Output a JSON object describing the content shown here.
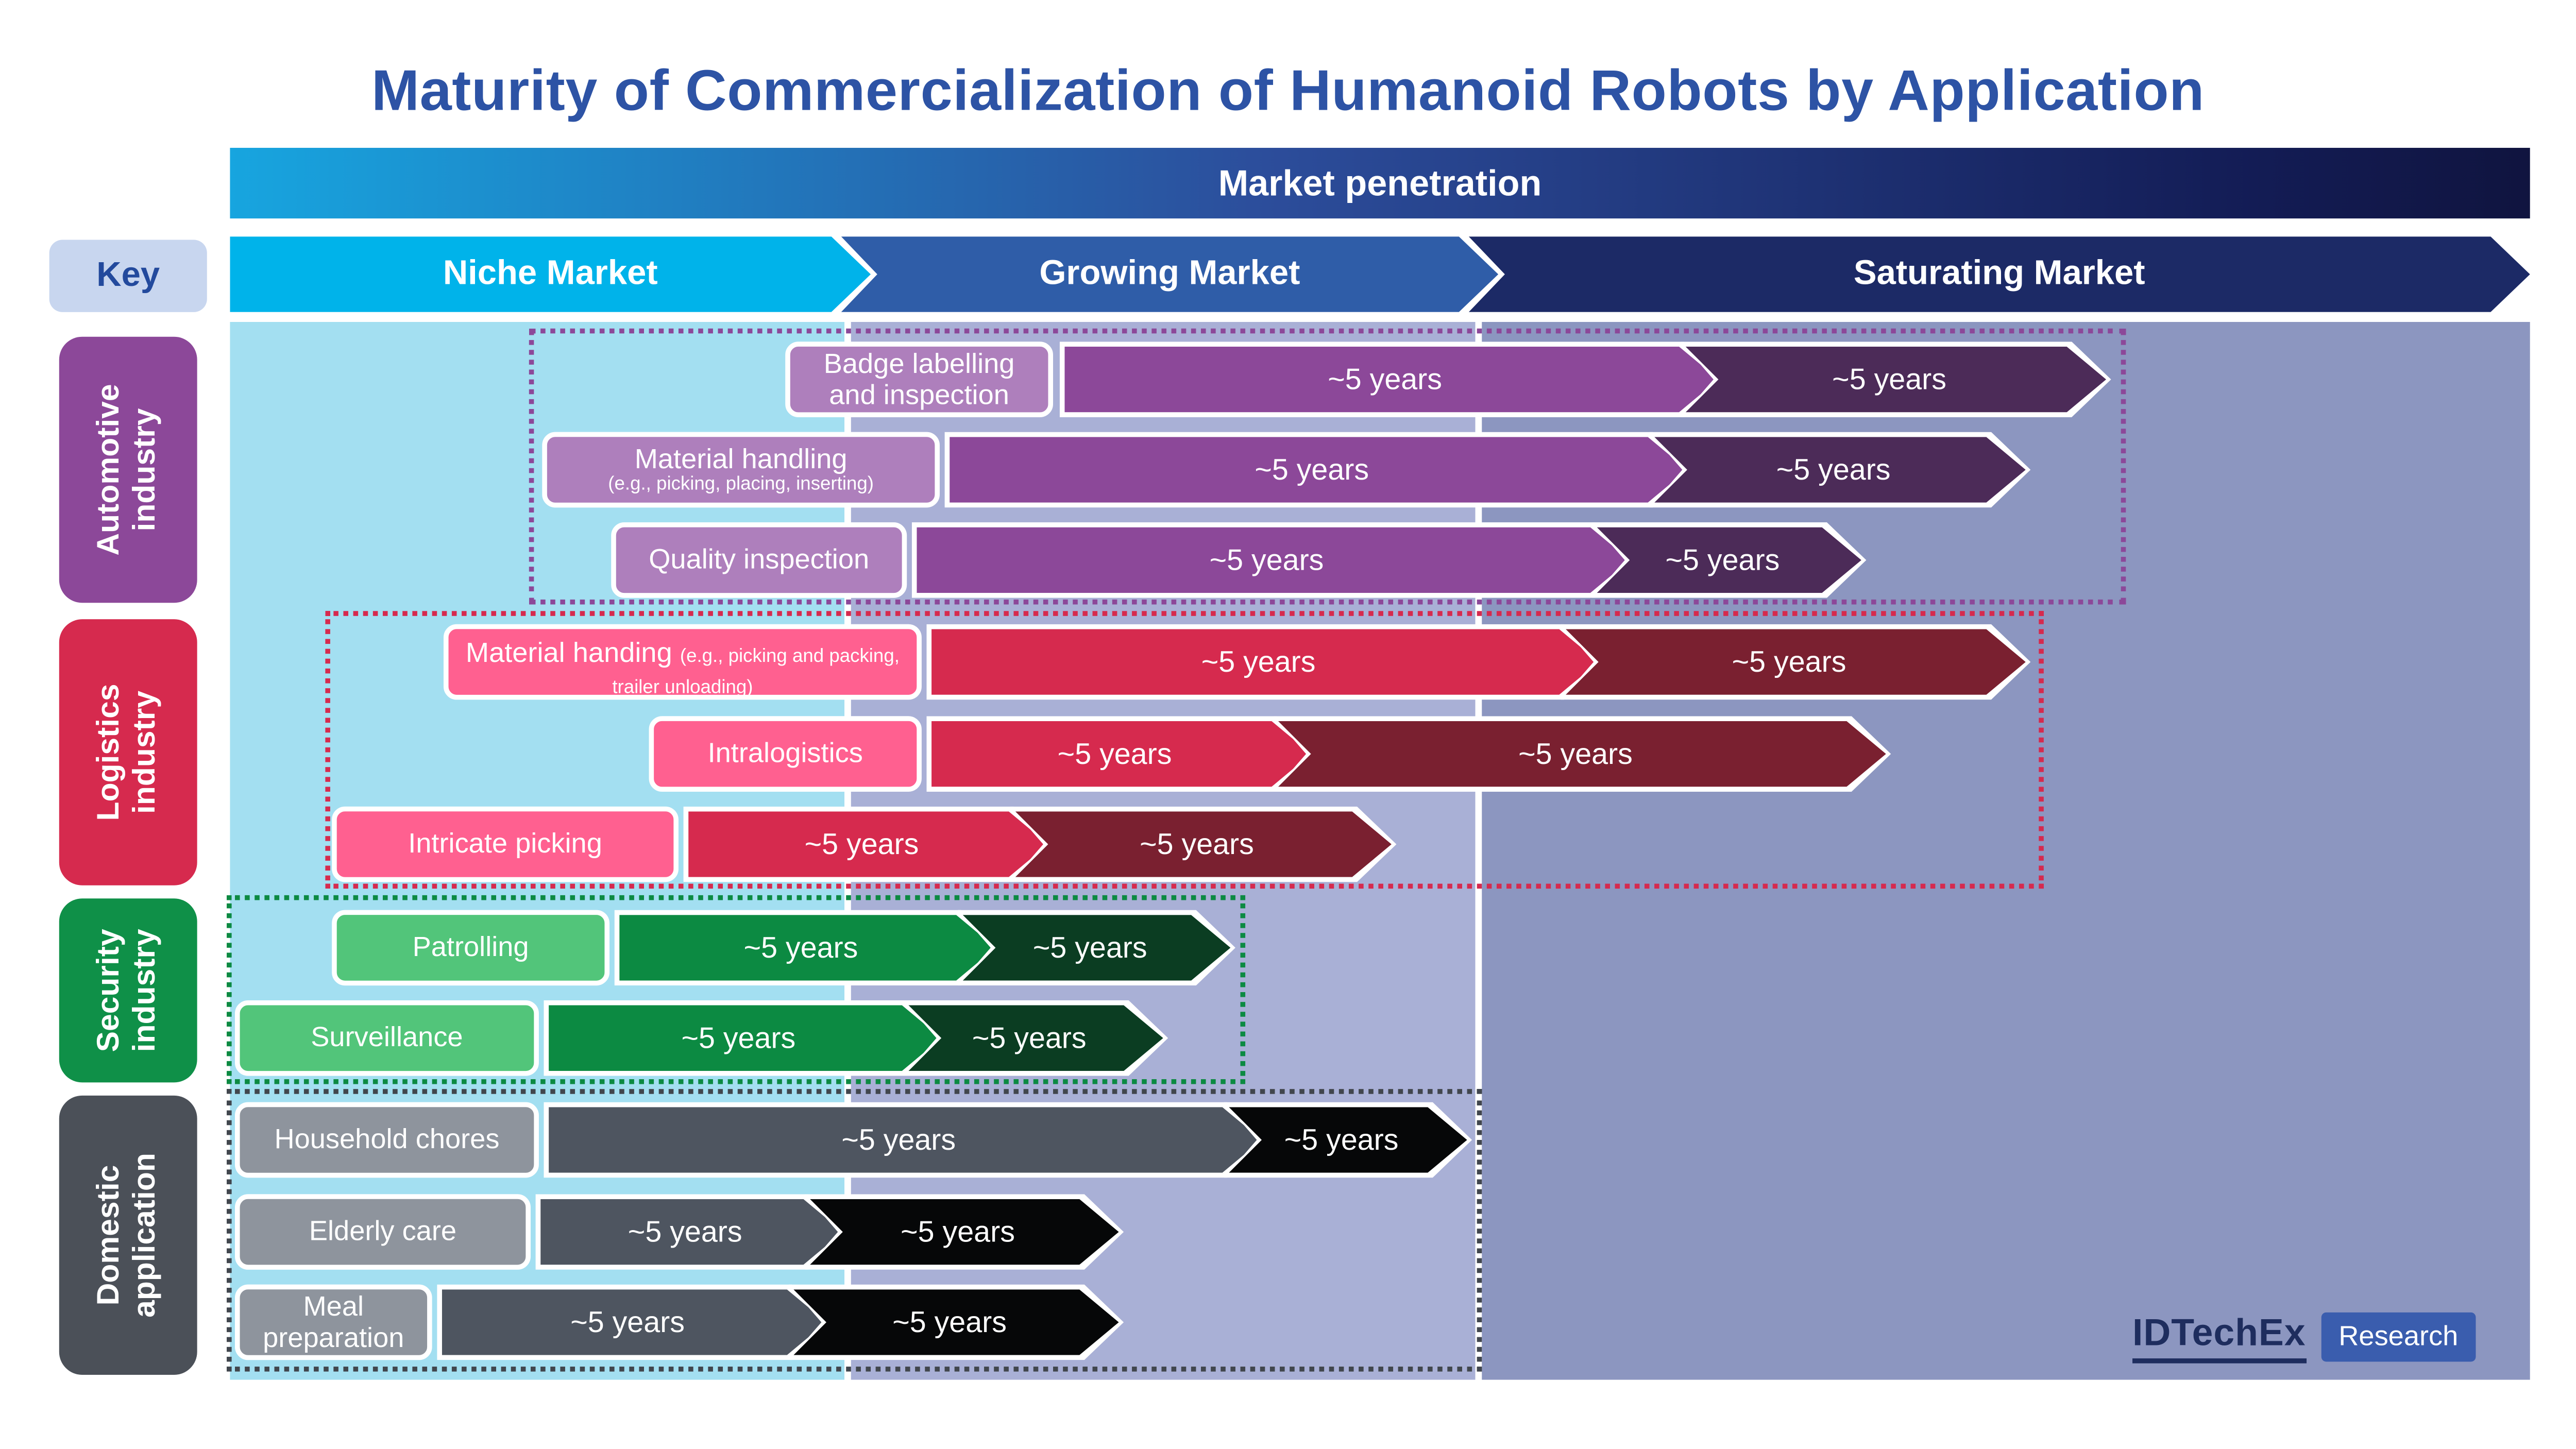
{
  "key": {
    "label": "Key",
    "items": [
      {
        "text": "Automotive industry"
      },
      {
        "text": "Logistics industry"
      },
      {
        "text": "Security industry"
      },
      {
        "text": "Domestic application"
      }
    ]
  },
  "logo": {
    "brand": "IDTechEx",
    "tag": "Research"
  },
  "colors": {
    "title": "#2d53a5",
    "niche_arrow": "#00b3ea",
    "growing_arrow": "#2f5da8",
    "saturating_arrow": "#1c2a66",
    "niche_bg": "#a3dff1",
    "growing_bg": "#a9b0d6",
    "saturating_bg": "#8c96c0",
    "automotive": {
      "label": "#ae7fbc",
      "mid": "#8c4899",
      "dark": "#4c2b58"
    },
    "logistics": {
      "label": "#ff6090",
      "mid": "#d62a4e",
      "dark": "#7a2030"
    },
    "security": {
      "label": "#52c57a",
      "mid": "#0c8a42",
      "dark": "#0b3d22"
    },
    "domestic": {
      "label": "#8e949d",
      "mid": "#4e5560",
      "dark": "#060708"
    }
  },
  "chart_data": {
    "type": "table",
    "title": "Maturity of Commercialization of Humanoid Robots by Application",
    "x_axis_label": "Market penetration",
    "stages": [
      "Niche Market",
      "Growing Market",
      "Saturating Market"
    ],
    "groups": [
      {
        "industry": "Automotive industry",
        "rows": [
          {
            "application": "Badge labelling and inspection",
            "segments": [
              "~5 years",
              "~5 years"
            ]
          },
          {
            "application": "Material handling",
            "detail": "(e.g., picking, placing, inserting)",
            "segments": [
              "~5 years",
              "~5 years"
            ]
          },
          {
            "application": "Quality inspection",
            "segments": [
              "~5 years",
              "~5 years"
            ]
          }
        ]
      },
      {
        "industry": "Logistics industry",
        "rows": [
          {
            "application": "Material handing",
            "detail": "(e.g., picking and packing, trailer unloading)",
            "segments": [
              "~5 years",
              "~5 years"
            ]
          },
          {
            "application": "Intralogistics",
            "segments": [
              "~5 years",
              "~5 years"
            ]
          },
          {
            "application": "Intricate picking",
            "segments": [
              "~5 years",
              "~5 years"
            ]
          }
        ]
      },
      {
        "industry": "Security industry",
        "rows": [
          {
            "application": "Patrolling",
            "segments": [
              "~5 years",
              "~5 years"
            ]
          },
          {
            "application": "Surveillance",
            "segments": [
              "~5 years",
              "~5 years"
            ]
          }
        ]
      },
      {
        "industry": "Domestic application",
        "rows": [
          {
            "application": "Household chores",
            "segments": [
              "~5 years",
              "~5 years"
            ]
          },
          {
            "application": "Elderly care",
            "segments": [
              "~5 years",
              "~5 years"
            ]
          },
          {
            "application": "Meal preparation",
            "segments": [
              "~5 years",
              "~5 years"
            ]
          }
        ]
      }
    ]
  }
}
